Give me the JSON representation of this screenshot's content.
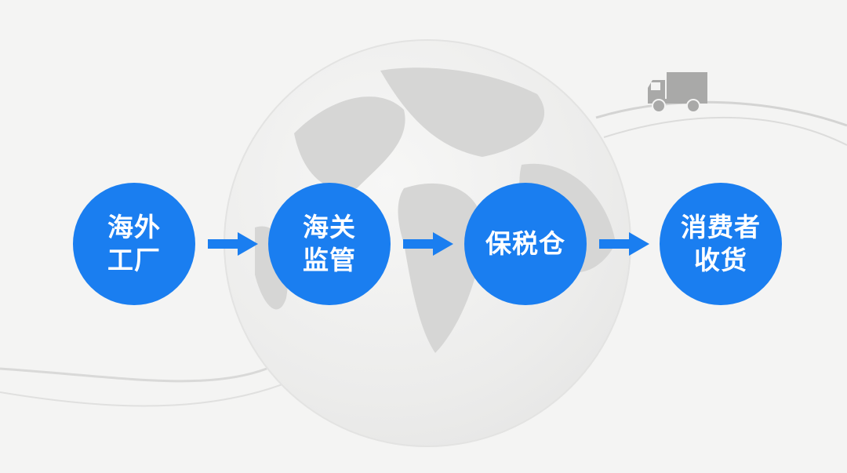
{
  "diagram": {
    "type": "process-flow",
    "accent_color": "#1a7ef0",
    "steps": [
      {
        "line1": "海外",
        "line2": "工厂"
      },
      {
        "line1": "海关",
        "line2": "监管"
      },
      {
        "line1": "保税仓",
        "line2": ""
      },
      {
        "line1": "消费者",
        "line2": "收货"
      }
    ],
    "connectors": [
      "arrow-right",
      "arrow-right",
      "arrow-right"
    ],
    "background": {
      "globe": "world-globe-icon",
      "vehicle": "truck-icon"
    }
  }
}
